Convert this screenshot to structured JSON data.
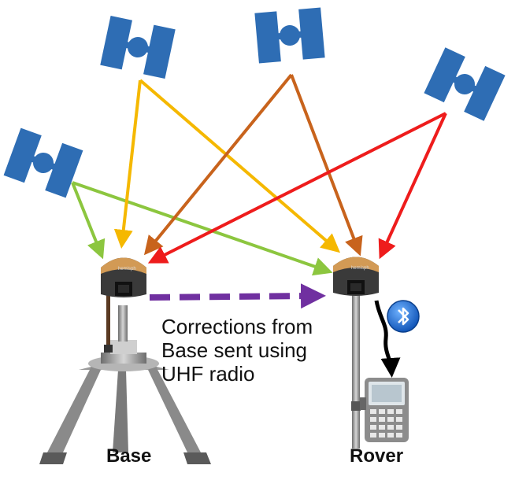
{
  "labels": {
    "base": "Base",
    "rover": "Rover",
    "caption_lines": [
      "Corrections from",
      "Base sent using",
      "UHF radio"
    ]
  },
  "colors": {
    "satellite": "#2e6db4",
    "sat_green": "#8cc63f",
    "sat_yellow": "#f5b800",
    "sat_orange": "#c8631c",
    "sat_red": "#ee1c1c",
    "radio_link": "#7030a0",
    "cable": "#000000",
    "bluetooth": "#1f6fd6",
    "receiver_top": "#b8864f",
    "receiver_body": "#3a3a3a",
    "pole": "#9a9a9a"
  },
  "icons": {
    "satellite": "satellite-icon",
    "bluetooth": "bluetooth-icon",
    "receiver": "gnss-receiver-icon",
    "controller": "handheld-controller-icon",
    "tripod": "tripod-icon",
    "antenna": "radio-antenna-icon"
  }
}
